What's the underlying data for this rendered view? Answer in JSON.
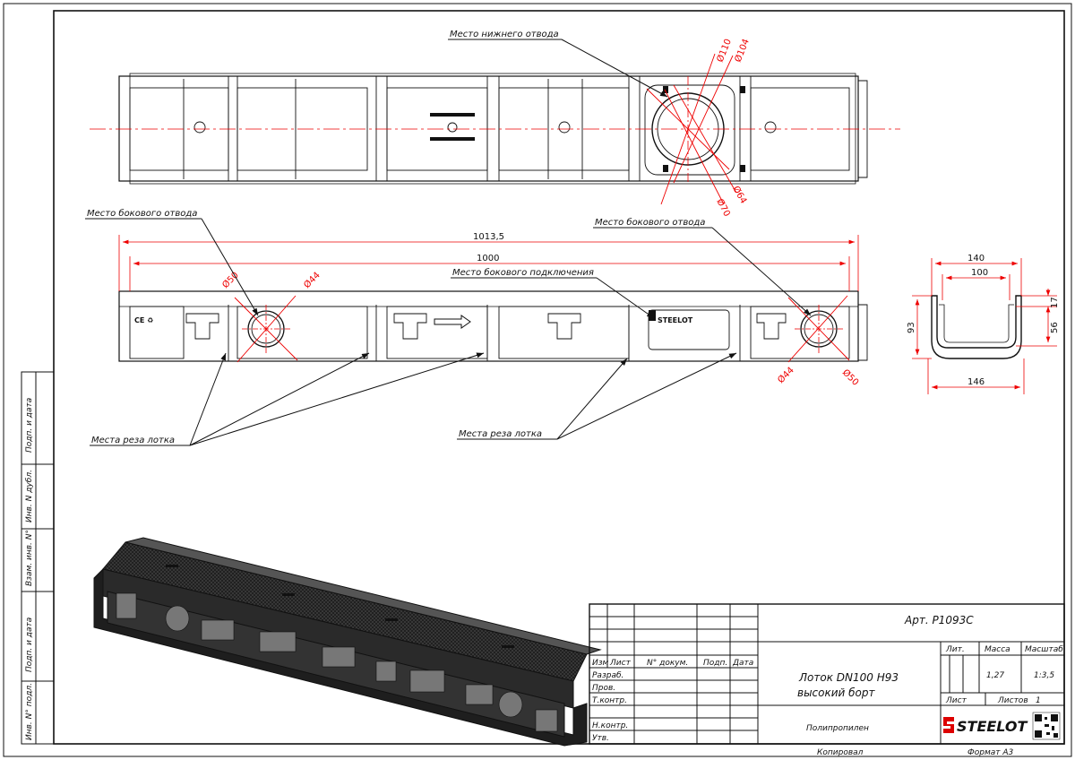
{
  "callouts": {
    "bottom_outlet": "Место нижнего отвода",
    "side_outlet_left": "Место бокового отвода",
    "side_outlet_right": "Место бокового отвода",
    "side_connection": "Место бокового подключения",
    "cut_places_left": "Места реза лотка",
    "cut_places_right": "Места реза лотка"
  },
  "top_view": {
    "dims": {
      "d110": "Ø110",
      "d104": "Ø104",
      "d64": "Ø64",
      "d70": "Ø70"
    }
  },
  "side_view": {
    "dims": {
      "overall": "1013,5",
      "length": "1000",
      "d50_left": "Ø50",
      "d44_left": "Ø44",
      "d44_right": "Ø44",
      "d50_right": "Ø50"
    },
    "brand_mark": "STEELOT"
  },
  "section_view": {
    "dims": {
      "w140": "140",
      "w100": "100",
      "h93": "93",
      "h17": "17",
      "h56": "56",
      "w146": "146"
    }
  },
  "side_stamp": [
    "Подп. и дата",
    "Инв. N дубл.",
    "Взам. инв. N°",
    "Подп. и дата",
    "Инв. N° подл."
  ],
  "title_block": {
    "article": "Арт. P1093С",
    "headers": {
      "izm": "Изм",
      "list": "Лист",
      "doc": "N° докум.",
      "sign": "Подп.",
      "date": "Дата"
    },
    "roles": [
      "Разраб.",
      "Пров.",
      "Т.контр.",
      "",
      "Н.контр.",
      "Утв."
    ],
    "name_line1": "Лоток DN100 H93",
    "name_line2": "высокий борт",
    "lit_label": "Лит.",
    "mass_label": "Масса",
    "scale_label": "Масштаб",
    "mass_value": "1,27",
    "scale_value": "1:3,5",
    "sheet_label": "Лист",
    "sheets_label": "Листов",
    "sheets_value": "1",
    "material": "Полипропилен",
    "brand": "STEELOT",
    "copied": "Копировал",
    "format": "Формат А3"
  }
}
